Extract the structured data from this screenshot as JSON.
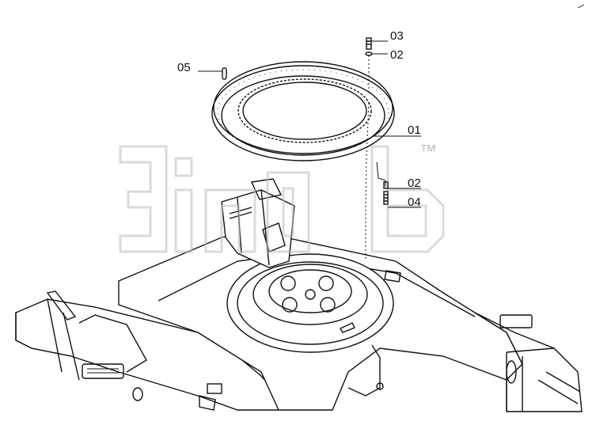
{
  "callouts": {
    "c03": "03",
    "c02_top": "02",
    "c05": "05",
    "c01": "01",
    "c02_mid": "02",
    "c04": "04"
  },
  "watermark": {
    "mark": "™"
  },
  "colors": {
    "line": "#111111",
    "watermark": "#bdbdbd",
    "background": "#ffffff"
  }
}
